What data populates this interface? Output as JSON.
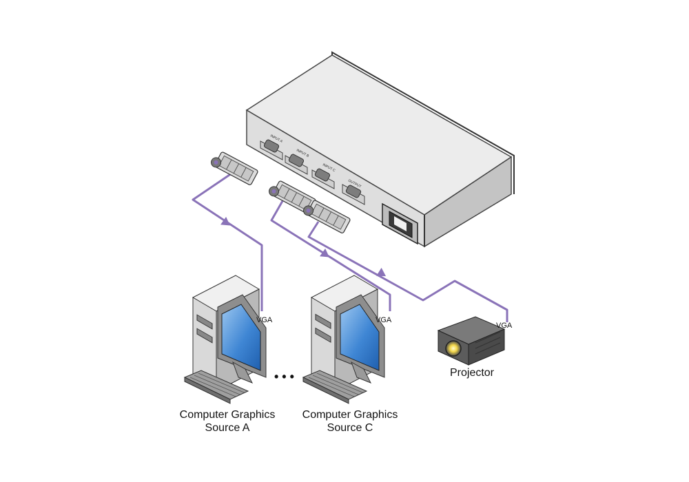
{
  "device": {
    "ports": {
      "input_a": "INPUT A",
      "input_b": "INPUT B",
      "input_c": "INPUT C",
      "output": "OUTPUT"
    }
  },
  "cables": {
    "source_a": "VGA",
    "source_c": "VGA",
    "projector": "VGA"
  },
  "ellipsis": "• • •",
  "sources": [
    {
      "line1": "Computer Graphics",
      "line2": "Source A"
    },
    {
      "line1": "Computer Graphics",
      "line2": "Source C"
    }
  ],
  "projector": {
    "label": "Projector"
  },
  "colors": {
    "cable": "#8a73b8",
    "device_top": "#ececec",
    "device_front": "#dedede",
    "device_side": "#c4c4c4",
    "screen": "#3f86d4"
  }
}
